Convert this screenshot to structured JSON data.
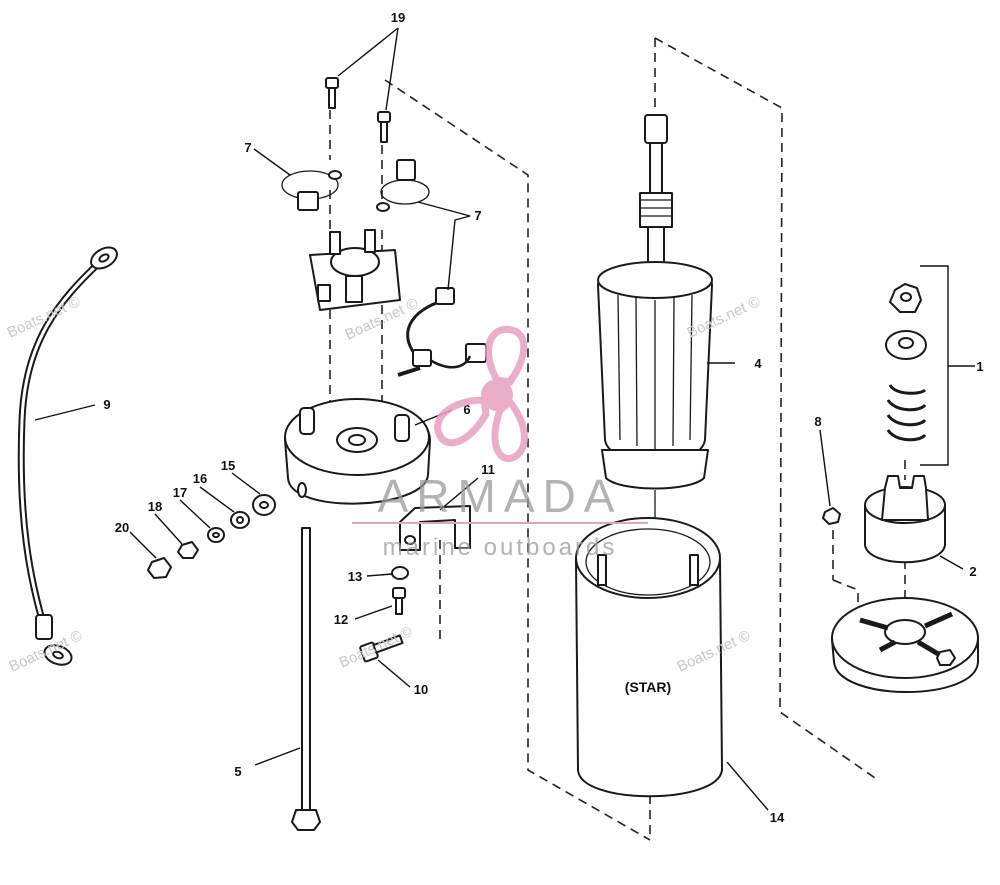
{
  "diagram": {
    "callouts": [
      {
        "id": "1",
        "label": "1"
      },
      {
        "id": "2",
        "label": "2"
      },
      {
        "id": "4",
        "label": "4"
      },
      {
        "id": "5",
        "label": "5"
      },
      {
        "id": "6",
        "label": "6"
      },
      {
        "id": "7a",
        "label": "7"
      },
      {
        "id": "7b",
        "label": "7"
      },
      {
        "id": "8",
        "label": "8"
      },
      {
        "id": "9",
        "label": "9"
      },
      {
        "id": "10",
        "label": "10"
      },
      {
        "id": "11",
        "label": "11"
      },
      {
        "id": "12",
        "label": "12"
      },
      {
        "id": "13",
        "label": "13"
      },
      {
        "id": "14",
        "label": "14"
      },
      {
        "id": "15",
        "label": "15"
      },
      {
        "id": "16",
        "label": "16"
      },
      {
        "id": "17",
        "label": "17"
      },
      {
        "id": "18",
        "label": "18"
      },
      {
        "id": "19",
        "label": "19"
      },
      {
        "id": "20",
        "label": "20"
      }
    ],
    "housing_label": "(STAR)"
  },
  "watermark": {
    "text": "Boats.net ©",
    "brand_name": "ARMADA",
    "brand_tagline": "marine outboards",
    "brand_color": "#e8a0c0"
  }
}
